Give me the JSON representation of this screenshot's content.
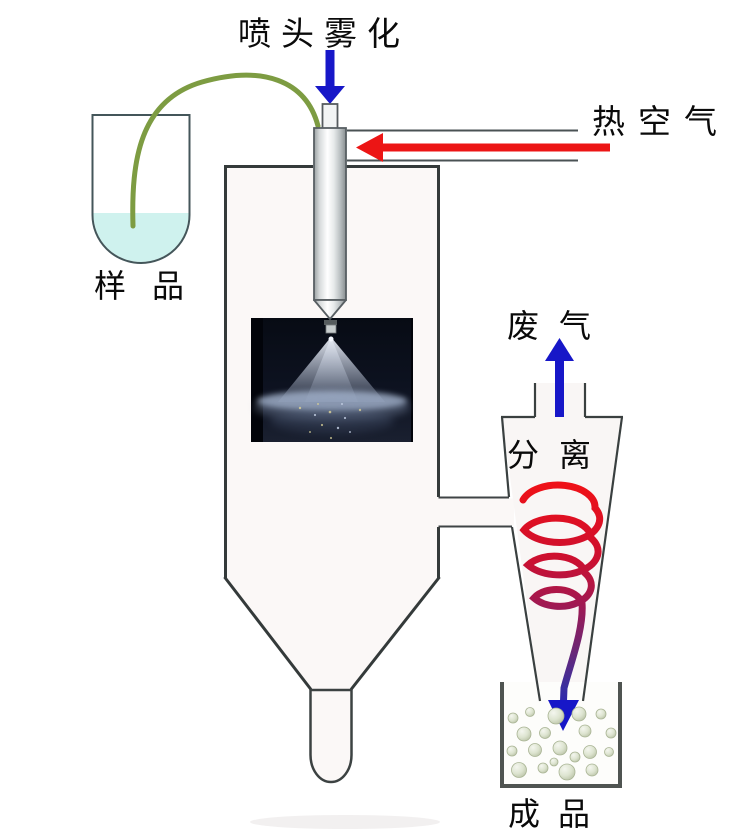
{
  "labels": {
    "nozzle_atomization": "喷头雾化",
    "hot_air": "热空气",
    "sample": "样品",
    "waste_gas": "废气",
    "separation": "分离",
    "product": "成品"
  },
  "colors": {
    "arrow_blue": "#1717c8",
    "hot_air_red": "#ec1515",
    "tube_green": "#7d9c42",
    "liquid_cyan": "#cff2ee",
    "particle_sage": "#dde4d0",
    "spiral_top_red": "#ee1118",
    "spiral_mid_purple": "#6f2472",
    "spiral_end_blue": "#1717c8",
    "outline_gray": "#3a4040"
  },
  "flows": [
    {
      "id": "feed-atomization",
      "direction": "down",
      "color": "#1717c8"
    },
    {
      "id": "hot-air-inlet",
      "direction": "left",
      "color": "#ec1515"
    },
    {
      "id": "waste-gas-outlet",
      "direction": "up",
      "color": "#1717c8"
    },
    {
      "id": "cyclone-vortex",
      "direction": "spiral-down",
      "color_start": "#ee1118",
      "color_end": "#1717c8"
    },
    {
      "id": "product-drop",
      "direction": "down",
      "color": "#1717c8"
    }
  ],
  "images": {
    "spray_photo": "atomized spray cone photograph on black background"
  }
}
